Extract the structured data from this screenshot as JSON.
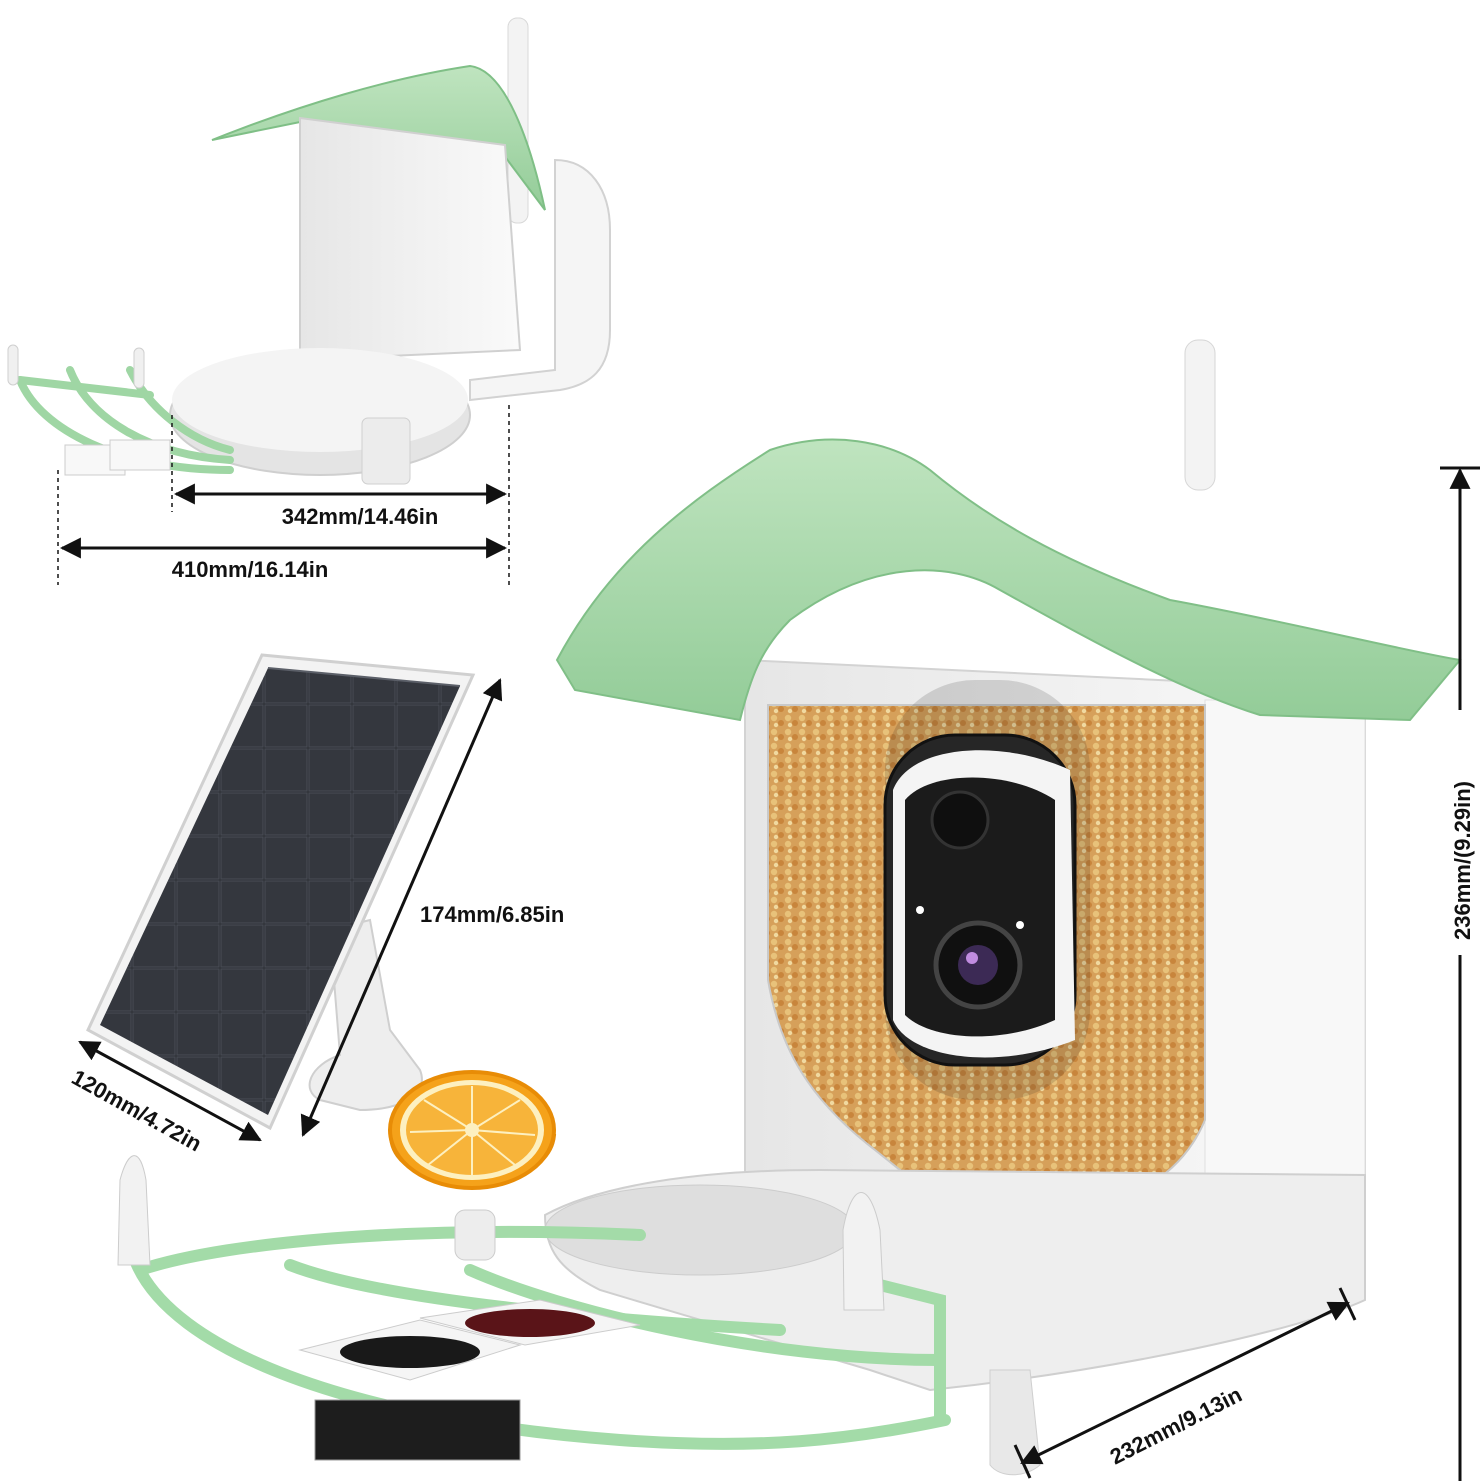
{
  "colors": {
    "roof_green": "#a6d7a6",
    "roof_green_dark": "#7fbf86",
    "body_white": "#f2f2f2",
    "body_shade": "#dcdcdc",
    "solar_panel": "#2b2e33",
    "seed_gold": "#d7a35a",
    "orange": "#f5a21a",
    "ink": "#111111"
  },
  "icons": {
    "antenna": "antenna-icon",
    "camera": "camera-icon",
    "solar_panel": "solar-panel-icon",
    "orange_slice": "orange-slice-icon"
  },
  "dimensions": {
    "perch_inner_width": "342mm/14.46in",
    "total_width": "410mm/16.14in",
    "solar_height": "174mm/6.85in",
    "solar_width": "120mm/4.72in",
    "feeder_height": "236mm/(9.29in)",
    "feeder_depth": "232mm/9.13in"
  }
}
